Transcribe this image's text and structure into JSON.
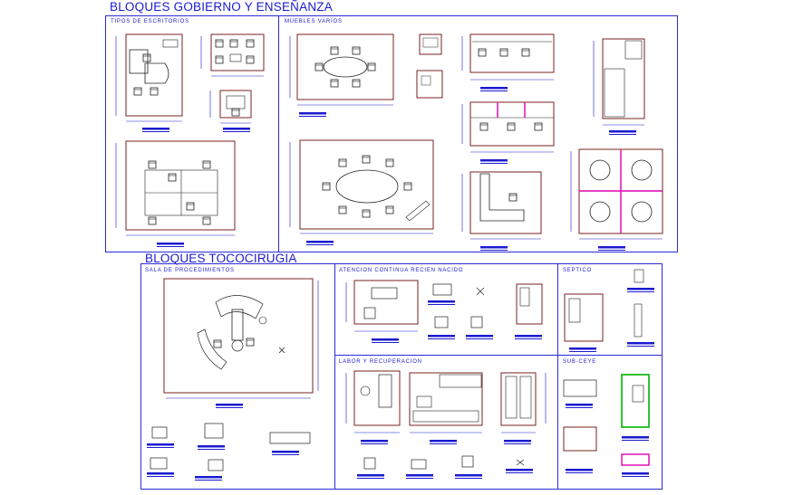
{
  "titles": {
    "gobierno": "BLOQUES GOBIERNO Y ENSEÑANZA",
    "tococirugia": "BLOQUES TOCOCIRUGIA"
  },
  "sections": {
    "escritorios": "TIPOS DE ESCRITORIOS",
    "muebles": "MUEBLES VARIOS",
    "procedimientos": "SALA DE PROCEDIMIENTOS",
    "recien_nacido": "ATENCION CONTINUA RECIEN NACIDO",
    "septico": "SEPTICO",
    "labor": "LABOR Y RECUPERACION",
    "subceye": "SUB-CEYE"
  },
  "colors": {
    "frame": "#2b2bd6",
    "title": "#1a1ad0",
    "plan_wall": "#7a2020",
    "furniture": "#222222",
    "highlight_magenta": "#e000b0",
    "highlight_green": "#00b000"
  }
}
